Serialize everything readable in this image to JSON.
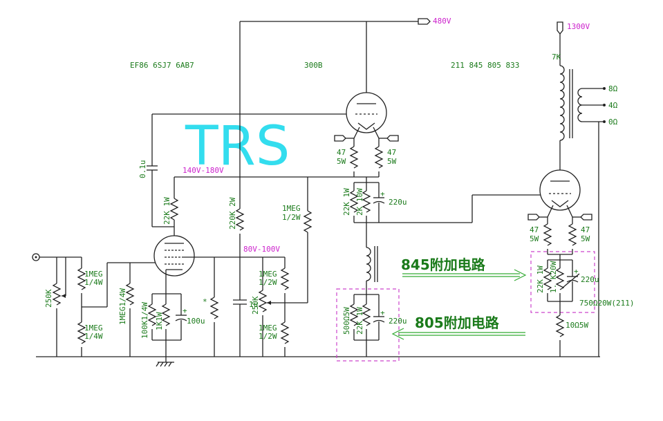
{
  "watermark": "TRS",
  "tube_labels": {
    "driver_tubes": "EF86  6SJ7  6AB7",
    "mid_tube": "300B",
    "output_tubes": "211  845  805  833"
  },
  "supply_labels": {
    "b480": "480V",
    "b1300": "1300V",
    "v140_180": "140V-180V",
    "v80_100": "80V-100V"
  },
  "transformer": {
    "impedance": "7K",
    "taps": [
      "8Ω",
      "4Ω",
      "0Ω"
    ]
  },
  "components": {
    "c_coupling": "0.1u",
    "r_22k_1w": "22K 1W",
    "r_220k_2w": "220K 2W",
    "r_1meg_half": [
      "1MEG",
      "1/2W"
    ],
    "pot_250k_in": "250K",
    "r_1meg_q_top": [
      "1MEG",
      "1/4W"
    ],
    "r_1meg_q_bot": [
      "1MEG",
      "1/4W"
    ],
    "r_1meg_q_vert": "1MEG1/4W",
    "r_100k_q": "100K1/4W",
    "r_1k_1w": "1K1W",
    "c_100u": "100u",
    "star": "*",
    "c_1u": "1u",
    "pot_250k_mid": "250K",
    "r_1meg_h_top": [
      "1MEG",
      "1/2W"
    ],
    "r_1meg_h_bot": [
      "1MEG",
      "1/2W"
    ],
    "r_47_5w_l": [
      "47",
      "5W"
    ],
    "r_47_5w_r": [
      "47",
      "5W"
    ],
    "r_22k_1w_b": "22K 1W",
    "r_2k_10w": "2K 10W",
    "c_220u_a": "220u",
    "r_500_5w": "500Ω5W",
    "r_22k_1w_c": "22K 1W",
    "c_220u_b": "220u",
    "r_47_5w_out_l": [
      "47",
      "5W"
    ],
    "r_47_5w_out_r": [
      "47",
      "5W"
    ],
    "r_22k_1w_d": "22K 1W",
    "r_1k_20w": "1.  K20W",
    "c_220u_c": "220u",
    "r_750_20w": "750Ω20W(211)",
    "r_10_5w": "10Ω5W"
  },
  "annotations": {
    "addon_845": "845附加电路",
    "addon_805": "805附加电路"
  },
  "colors": {
    "wire": "#202020",
    "label": "#1a7a1a",
    "voltage": "#cc22cc",
    "watermark": "#33ddee",
    "dashed_box": "#cc44cc"
  }
}
